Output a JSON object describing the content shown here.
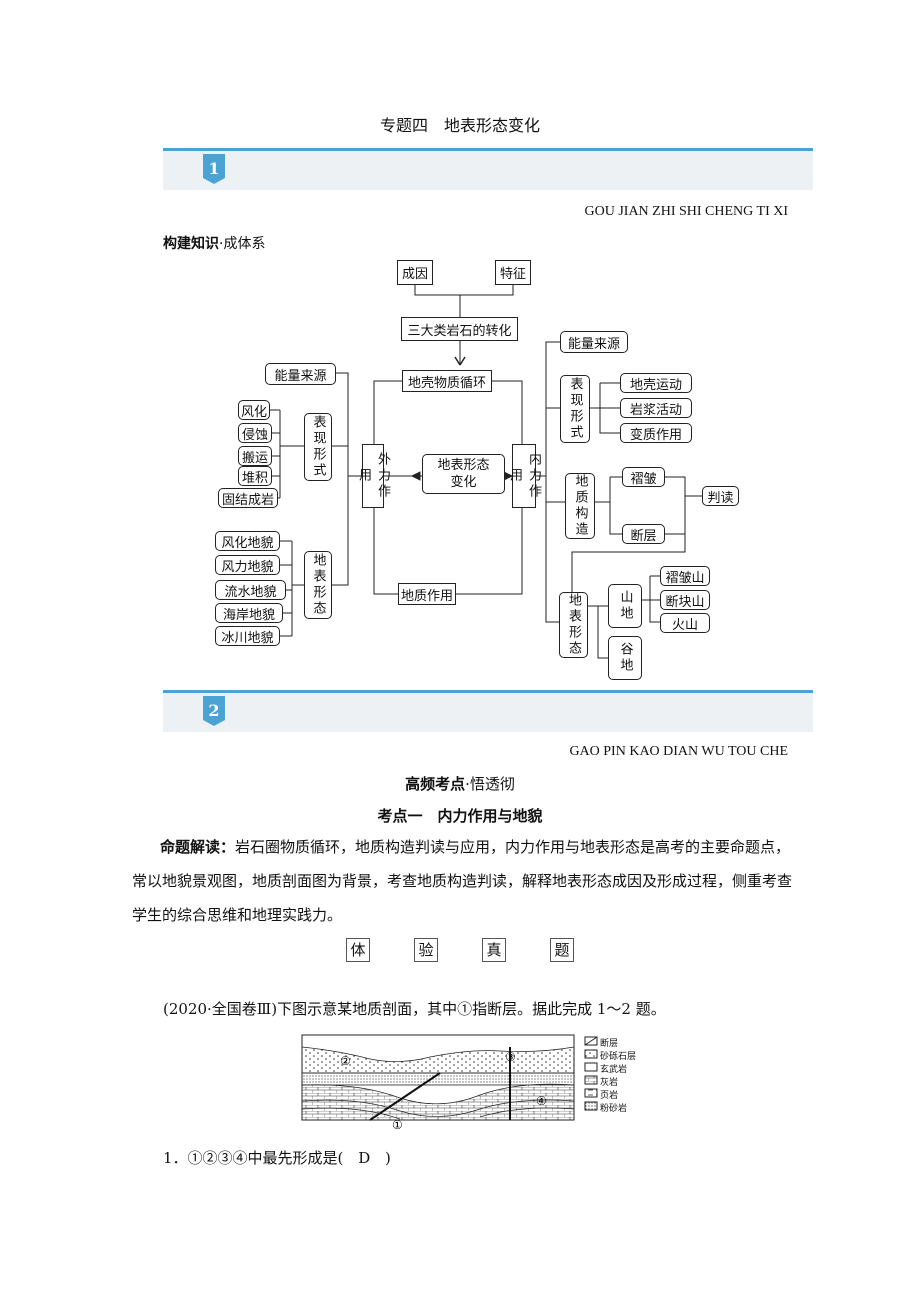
{
  "header": {
    "title": "专题四　地表形态变化"
  },
  "section1": {
    "badge": "1",
    "pinyin": "GOU JIAN ZHI SHI CHENG TI XI",
    "heading": "构建知识",
    "heading_suffix": "·成体系"
  },
  "diagram": {
    "top": [
      "成因",
      "特征",
      "三大类岩石的转化"
    ],
    "center": [
      "地壳物质循环",
      "地表形态变化",
      "地质作用",
      "外力作用",
      "内力作用"
    ],
    "left": {
      "energy": "能量来源",
      "forms_label": "表现形式",
      "forms": [
        "风化",
        "侵蚀",
        "搬运",
        "堆积",
        "固结成岩"
      ],
      "landform_label": "地表形态",
      "landforms": [
        "风化地貌",
        "风力地貌",
        "流水地貌",
        "海岸地貌",
        "冰川地貌"
      ]
    },
    "right": {
      "energy": "能量来源",
      "forms_label": "表现形式",
      "forms": [
        "地壳运动",
        "岩浆活动",
        "变质作用"
      ],
      "structure_label": "地质构造",
      "structures": [
        "褶皱",
        "断层"
      ],
      "judge": "判读",
      "landform_label": "地表形态",
      "mountain": "山地",
      "mountains": [
        "褶皱山",
        "断块山",
        "火山"
      ],
      "valley": "谷地"
    }
  },
  "section2": {
    "badge": "2",
    "pinyin": "GAO PIN KAO DIAN WU TOU CHE",
    "heading": "高频考点",
    "heading_suffix": "·悟透彻"
  },
  "kaodian": "考点一　内力作用与地貌",
  "mingti_label": "命题解读：",
  "mingti_text": "岩石圈物质循环，地质构造判读与应用，内力作用与地表形态是高考的主要命题点，常以地貌景观图，地质剖面图为背景，考查地质构造判读，解释地表形态成因及形成过程，侧重考查学生的综合思维和地理实践力。",
  "tiyan": [
    "体",
    "验",
    "真",
    "题"
  ],
  "question_intro": "(2020·全国卷Ⅲ)下图示意某地质剖面，其中①指断层。据此完成 1～2 题。",
  "figure": {
    "markers": [
      "①",
      "②",
      "③",
      "④"
    ],
    "legend": [
      "断层",
      "砂砾石层",
      "玄武岩",
      "灰岩",
      "页岩",
      "粉砂岩"
    ]
  },
  "q1": {
    "text": "1．①②③④中最先形成是(",
    "answer": "D",
    "close": ")"
  },
  "colors": {
    "accent": "#4aa3d4",
    "banner_bg": "#eef1f3"
  }
}
